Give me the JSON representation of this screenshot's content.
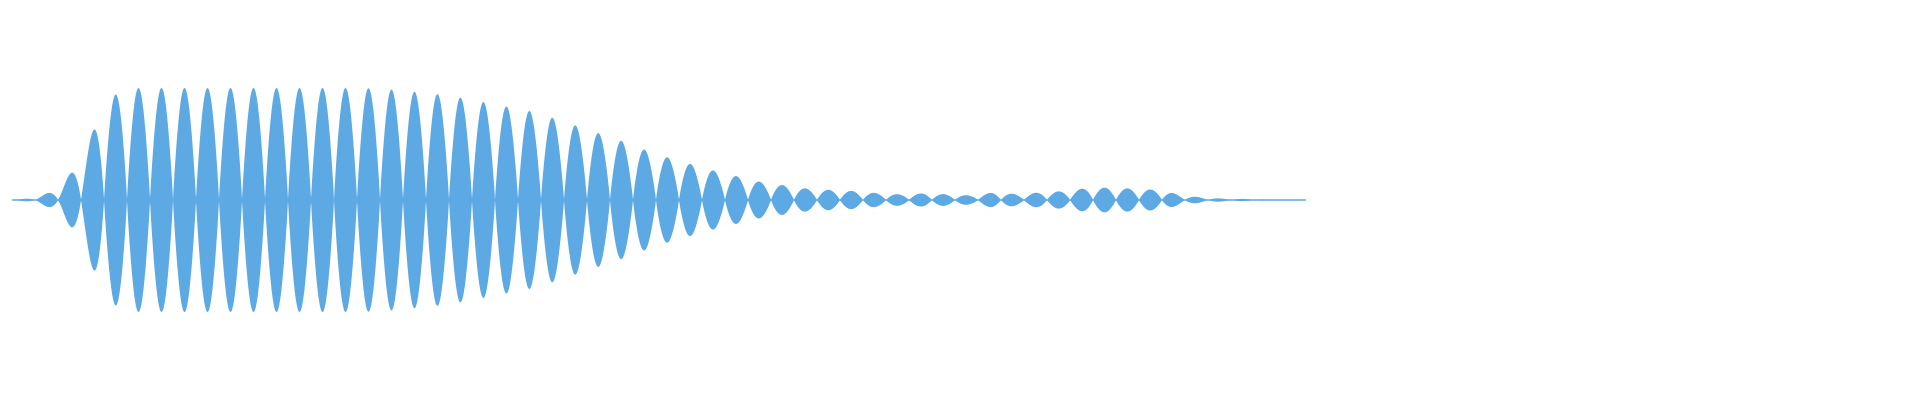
{
  "waveform": {
    "color": "#5DA9E3",
    "envelope": [
      0.0,
      0.02,
      0.1,
      0.38,
      0.9,
      1.0,
      1.0,
      1.0,
      1.0,
      1.0,
      1.0,
      1.0,
      1.0,
      1.0,
      1.0,
      1.0,
      0.99,
      0.97,
      0.95,
      0.92,
      0.88,
      0.84,
      0.8,
      0.74,
      0.67,
      0.6,
      0.53,
      0.45,
      0.38,
      0.32,
      0.26,
      0.21,
      0.16,
      0.13,
      0.1,
      0.09,
      0.08,
      0.06,
      0.05,
      0.06,
      0.05,
      0.04,
      0.07,
      0.05,
      0.07,
      0.08,
      0.11,
      0.11,
      0.1,
      0.09,
      0.04,
      0.02,
      0.01,
      0.01,
      0.0,
      0.0
    ]
  }
}
